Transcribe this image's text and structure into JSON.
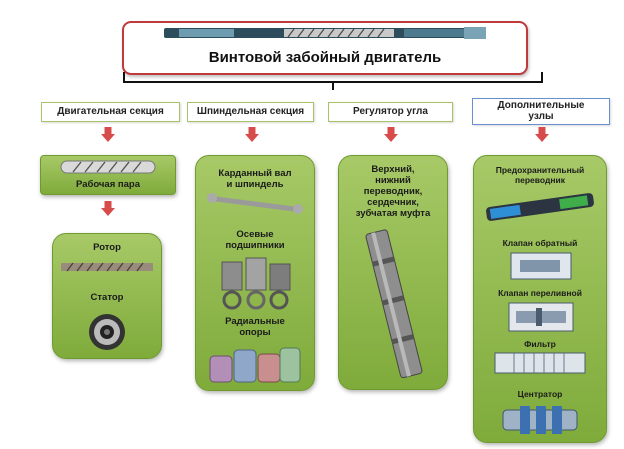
{
  "title": "Винтовой забойный двигатель",
  "sections": [
    {
      "label": "Двигательная секция"
    },
    {
      "label": "Шпиндельная секция"
    },
    {
      "label": "Регулятор угла"
    },
    {
      "label_line1": "Дополнительные",
      "label_line2": "узлы"
    }
  ],
  "engine": {
    "pair": "Рабочая пара",
    "rotor": "Ротор",
    "stator": "Статор"
  },
  "spindle": {
    "item1_line1": "Карданный вал",
    "item1_line2": "и шпиндель",
    "item2_line1": "Осевые",
    "item2_line2": "подшипники",
    "item3_line1": "Радиальные",
    "item3_line2": "опоры"
  },
  "angle": {
    "line1": "Верхний,",
    "line2": "нижний",
    "line3": "переводник,",
    "line4": "сердечник,",
    "line5": "зубчатая муфта"
  },
  "extra": {
    "item1_line1": "Предохранительный",
    "item1_line2": "переводник",
    "item2": "Клапан обратный",
    "item3": "Клапан переливной",
    "item4": "Фильтр",
    "item5": "Центратор"
  },
  "colors": {
    "arrow": "#d84b4b",
    "panel": "#93bb52",
    "frame": "#c0393b"
  }
}
